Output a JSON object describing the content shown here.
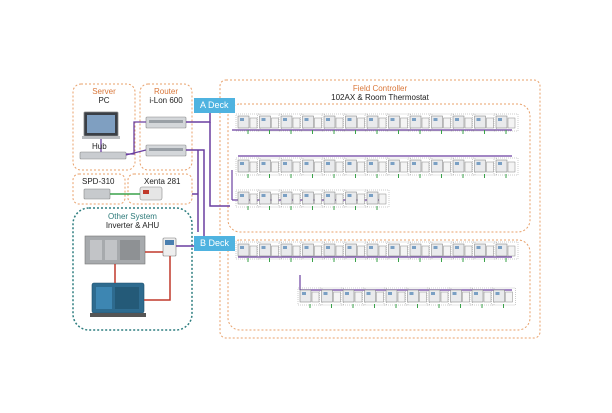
{
  "server": {
    "title": "Server",
    "device": "PC",
    "hub": "Hub"
  },
  "router": {
    "title": "Router",
    "device": "i-Lon 600"
  },
  "spd": {
    "label": "SPD-310"
  },
  "xenta": {
    "label": "Xenta 281"
  },
  "other_system": {
    "title": "Other System",
    "subtitle": "Inverter  & AHU"
  },
  "field_controller": {
    "title": "Field Controller",
    "subtitle": "102AX & Room Thermostat"
  },
  "decks": {
    "a": "A Deck",
    "b": "B Deck"
  },
  "colors": {
    "orange_dash": "#e8a06a",
    "purple_line": "#6a3fa0",
    "teal_dash": "#2f7f80",
    "deck_label": "#4fb3e0",
    "green_link": "#3aa24a"
  }
}
